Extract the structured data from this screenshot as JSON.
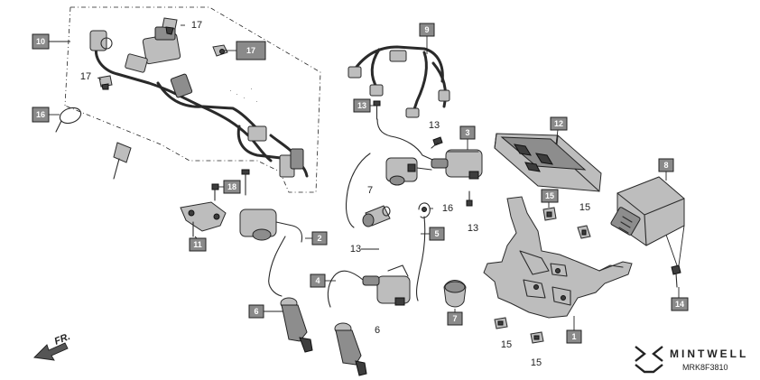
{
  "diagram": {
    "callouts": [
      {
        "id": "c10",
        "label": "10"
      },
      {
        "id": "c16",
        "label": "16"
      },
      {
        "id": "c17",
        "label": "17"
      },
      {
        "id": "c9",
        "label": "9"
      },
      {
        "id": "c13",
        "label": "13"
      },
      {
        "id": "c3",
        "label": "3"
      },
      {
        "id": "c12",
        "label": "12"
      },
      {
        "id": "c8",
        "label": "8"
      },
      {
        "id": "c15",
        "label": "15"
      },
      {
        "id": "c18",
        "label": "18"
      },
      {
        "id": "c11",
        "label": "11"
      },
      {
        "id": "c2",
        "label": "2"
      },
      {
        "id": "c5",
        "label": "5"
      },
      {
        "id": "c4",
        "label": "4"
      },
      {
        "id": "c6",
        "label": "6"
      },
      {
        "id": "c7",
        "label": "7"
      },
      {
        "id": "c14",
        "label": "14"
      },
      {
        "id": "c1",
        "label": "1"
      }
    ],
    "plain_labels": [
      {
        "id": "p17a",
        "label": "17"
      },
      {
        "id": "p17b",
        "label": "17"
      },
      {
        "id": "p13a",
        "label": "13"
      },
      {
        "id": "p7",
        "label": "7"
      },
      {
        "id": "p16",
        "label": "16"
      },
      {
        "id": "p13b",
        "label": "13"
      },
      {
        "id": "p15a",
        "label": "15"
      },
      {
        "id": "p13c",
        "label": "13"
      },
      {
        "id": "p6",
        "label": "6"
      },
      {
        "id": "p15b",
        "label": "15"
      },
      {
        "id": "p15c",
        "label": "15"
      }
    ],
    "direction_label": "FR.",
    "brand": "MINTWELL",
    "diagram_code": "MRK8F3810"
  }
}
